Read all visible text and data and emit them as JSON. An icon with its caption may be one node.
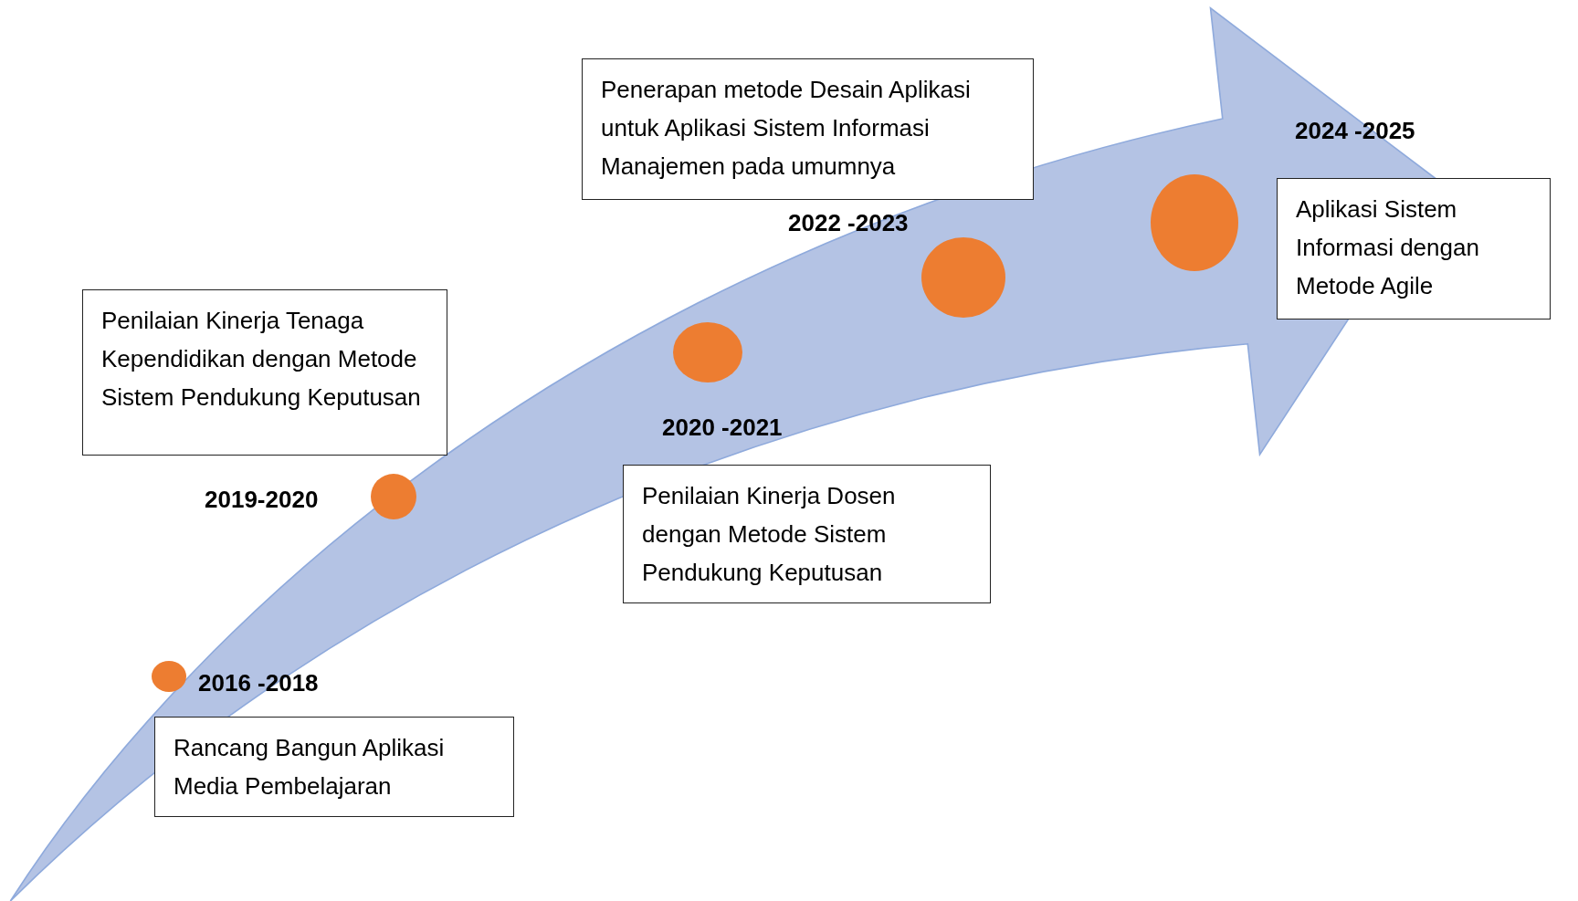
{
  "diagram": {
    "nodes": [
      {
        "text": [],
        "shape": "circle",
        "beside": [
          "2016 -2018"
        ]
      },
      {
        "text": [
          "Rancang Bangun Aplikasi Media Pembelajaran"
        ]
      },
      {
        "text": [],
        "shape": "circle",
        "beside": [
          "2019-2020"
        ]
      },
      {
        "text": [
          "Penilaian Kinerja Tenaga Kependidikan dengan Metode Sistem Pendukung Keputusan"
        ]
      },
      {
        "text": [],
        "shape": "circle",
        "beside": [
          "2020 -2021"
        ]
      },
      {
        "text": [
          "Penilaian Kinerja Dosen dengan Metode Sistem Pendukung Keputusan"
        ]
      },
      {
        "text": [],
        "shape": "circle",
        "beside": [
          "2022 -2023"
        ]
      },
      {
        "text": [
          "Penerapan metode Desain Aplikasi untuk Aplikasi Sistem Informasi Manajemen pada umumnya"
        ]
      },
      {
        "text": [],
        "shape": "circle"
      },
      {
        "text": [
          "Aplikasi Sistem Informasi dengan Metode Agile"
        ],
        "beside": [
          "2024 -2025"
        ]
      }
    ],
    "edges": []
  }
}
